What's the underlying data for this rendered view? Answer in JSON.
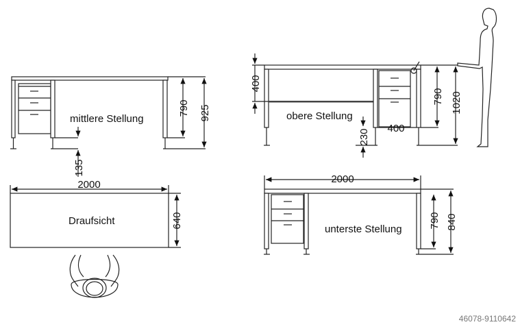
{
  "views": {
    "middle": {
      "label": "mittlere Stellung",
      "dims": {
        "height_top": "790",
        "height_total": "925",
        "foot": "135"
      }
    },
    "top_view": {
      "label": "Draufsicht",
      "dims": {
        "width": "2000",
        "depth": "640"
      }
    },
    "upper": {
      "label": "obere Stellung",
      "dims": {
        "shelf": "400",
        "height_top": "790",
        "height_total": "1020",
        "pedestal_width": "400",
        "foot": "230"
      }
    },
    "lowest": {
      "label": "unterste Stellung",
      "dims": {
        "width": "2000",
        "height_top": "790",
        "height_total": "840"
      }
    }
  },
  "watermark": "46078-9110642"
}
